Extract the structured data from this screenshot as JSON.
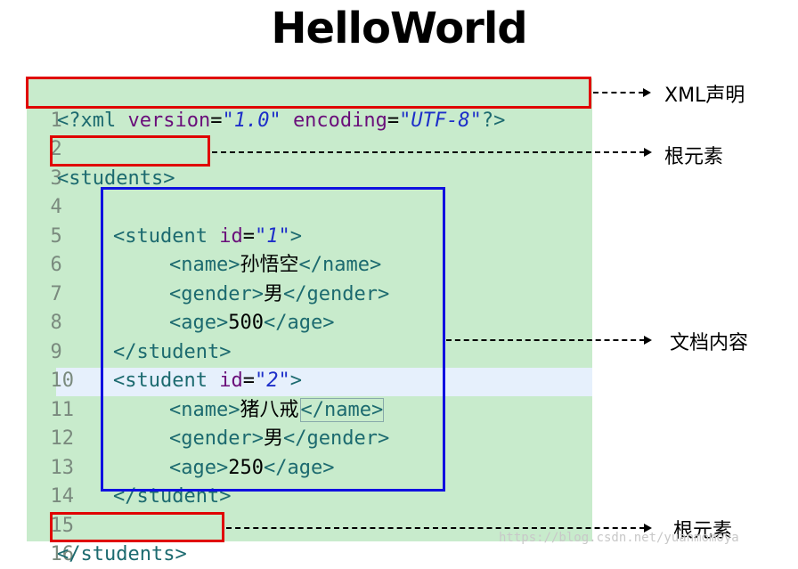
{
  "title": "HelloWorld",
  "code": {
    "line1": {
      "n": "1",
      "p1": "<?xml ",
      "a1": "version",
      "e1": "=",
      "v1": "\"1.0\"",
      "sp": " ",
      "a2": "encoding",
      "e2": "=",
      "v2": "\"UTF-8\"",
      "p2": "?>"
    },
    "line2": {
      "n": "2"
    },
    "line3": {
      "n": "3",
      "t": "<students>"
    },
    "line4": {
      "n": "4"
    },
    "line5": {
      "n": "5",
      "t": "<student ",
      "a": "id",
      "e": "=",
      "v": "\"1\"",
      "c": ">"
    },
    "line6": {
      "n": "6",
      "o": "<name>",
      "x": "孙悟空",
      "cl": "</name>"
    },
    "line7": {
      "n": "7",
      "o": "<gender>",
      "x": "男",
      "cl": "</gender>"
    },
    "line8": {
      "n": "8",
      "o": "<age>",
      "x": "500",
      "cl": "</age>"
    },
    "line9": {
      "n": "9",
      "t": "</student>"
    },
    "line10": {
      "n": "10",
      "t": "<student ",
      "a": "id",
      "e": "=",
      "v": "\"2\"",
      "c": ">"
    },
    "line11": {
      "n": "11",
      "o": "<name>",
      "x": "猪八戒",
      "cl": "</name>"
    },
    "line12": {
      "n": "12",
      "o": "<gender>",
      "x": "男",
      "cl": "</gender>"
    },
    "line13": {
      "n": "13",
      "o": "<age>",
      "x": "250",
      "cl": "</age>"
    },
    "line14": {
      "n": "14",
      "t": "</student>"
    },
    "line15": {
      "n": "15"
    },
    "line16": {
      "n": "16",
      "t": "</students>"
    }
  },
  "labels": {
    "xml_decl": "XML声明",
    "root1": "根元素",
    "doc_content": "文档内容",
    "root2": "根元素"
  },
  "watermark": "https://blog.csdn.net/yuanmomoya",
  "colors": {
    "editor_bg": "#c8ebcc",
    "highlight_line": "#e6f0fc",
    "red_box": "#e00000",
    "blue_box": "#1010e0",
    "tag": "#1c6a6f",
    "attr": "#6a0e7a",
    "value": "#1d2fc9"
  }
}
